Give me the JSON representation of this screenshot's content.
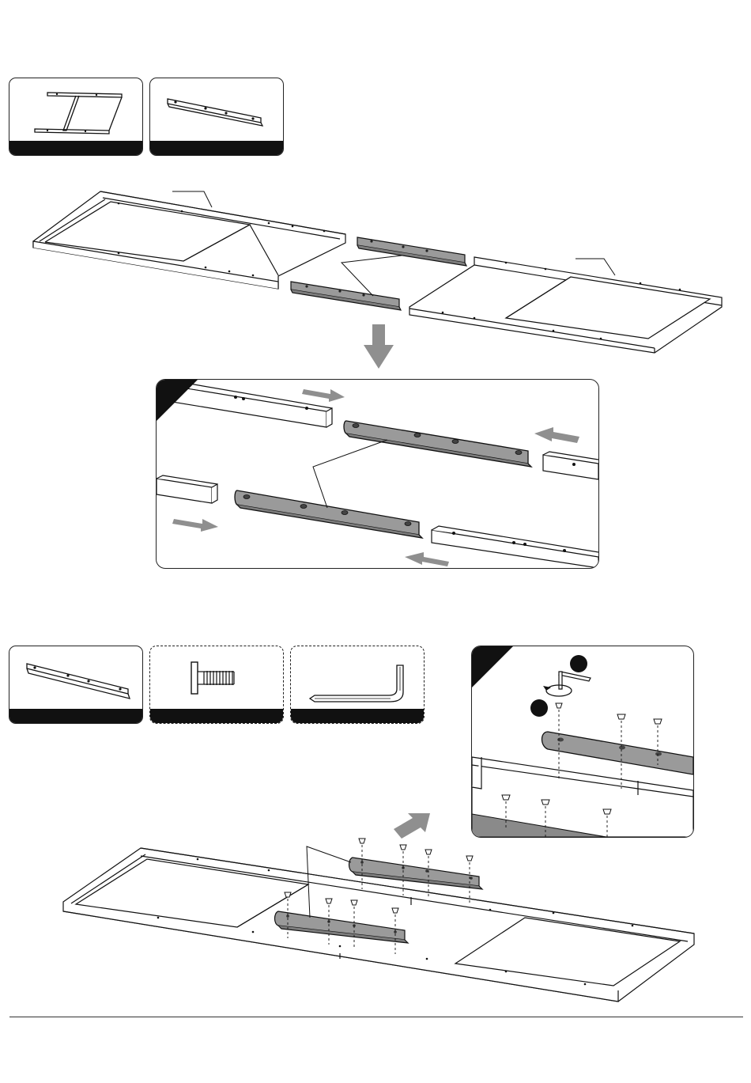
{
  "step1": {
    "parts": [
      {
        "name": "frame-section",
        "footer": ""
      },
      {
        "name": "connecting-bar",
        "footer": ""
      }
    ],
    "arrow": "down-arrow-icon",
    "detail_callout": "frame-join-detail"
  },
  "step2": {
    "parts": [
      {
        "name": "connecting-bar",
        "footer": ""
      },
      {
        "name": "bolt",
        "footer": ""
      },
      {
        "name": "allen-key",
        "footer": ""
      }
    ],
    "arrow": "diagonal-arrow-icon",
    "detail_callout": "bolt-fastening-detail"
  },
  "colors": {
    "line": "#111111",
    "bar_fill": "#9a9a9a",
    "arrow": "#8f8f8f",
    "background": "#ffffff"
  }
}
